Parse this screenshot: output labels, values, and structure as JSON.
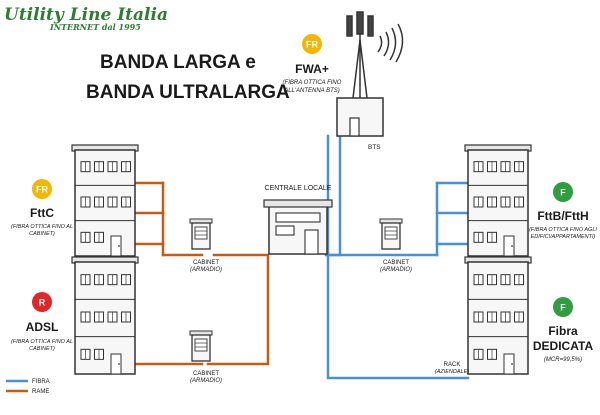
{
  "brand": {
    "name": "Utility Line Italia",
    "tagline": "INTERNET dal 1995"
  },
  "title": {
    "line1": "BANDA LARGA e",
    "line2": "BANDA ULTRALARGA"
  },
  "colors": {
    "fiber": "#4a90d9",
    "copper": "#c65b16",
    "fr_badge": "#f2b705",
    "r_badge": "#e0262b",
    "f_badge": "#2e9e3e",
    "building_fill": "#f7f7f7",
    "building_stroke": "#333333"
  },
  "nodes": {
    "fwa": {
      "badge": "FR",
      "title": "FWA+",
      "desc1": "(FIBRA OTTICA FINO",
      "desc2": "ALL'ANTENNA BTS)"
    },
    "bts": {
      "label": "BTS"
    },
    "fttc": {
      "badge": "FR",
      "title": "FttC",
      "desc1": "(FIBRA OTTICA FINO AL",
      "desc2": "CABINET)"
    },
    "adsl": {
      "badge": "R",
      "title": "ADSL",
      "desc1": "(FIBRA OTTICA FINO AL",
      "desc2": "CABINET)"
    },
    "fttb": {
      "badge": "F",
      "title": "FttB/FttH",
      "desc1": "(FIBRA OTTICA FINO AGLI",
      "desc2": "EDIFICI/APPARTAMENTI)"
    },
    "dedicated": {
      "badge": "F",
      "title1": "Fibra",
      "title2": "DEDICATA",
      "desc": "(MCR=99,5%)"
    },
    "central": {
      "label": "CENTRALE LOCALE"
    },
    "cabinet_top_left": {
      "label1": "CABINET",
      "label2": "(ARMADIO)"
    },
    "cabinet_top_right": {
      "label1": "CABINET",
      "label2": "(ARMADIO)"
    },
    "cabinet_bottom": {
      "label1": "CABINET",
      "label2": "(ARMADIO)"
    },
    "rack": {
      "label1": "RACK",
      "label2": "(AZIENDALE)"
    }
  },
  "legend": {
    "fiber": "FIBRA",
    "copper": "RAME"
  }
}
